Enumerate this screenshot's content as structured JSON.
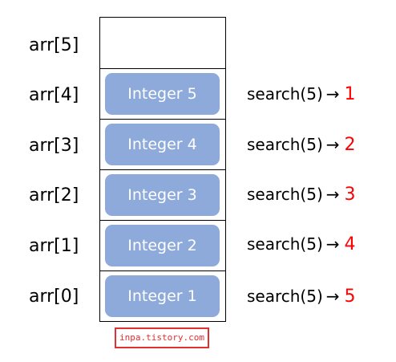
{
  "index_labels": [
    "arr[5]",
    "arr[4]",
    "arr[3]",
    "arr[2]",
    "arr[1]",
    "arr[0]"
  ],
  "elements": [
    {
      "slot": "arr[5]",
      "value": ""
    },
    {
      "slot": "arr[4]",
      "value": "Integer 5"
    },
    {
      "slot": "arr[3]",
      "value": "Integer 4"
    },
    {
      "slot": "arr[2]",
      "value": "Integer 3"
    },
    {
      "slot": "arr[1]",
      "value": "Integer 2"
    },
    {
      "slot": "arr[0]",
      "value": "Integer 1"
    }
  ],
  "searches": [
    {
      "call": "search(5)",
      "arrow": "→",
      "result": "1"
    },
    {
      "call": "search(5)",
      "arrow": "→",
      "result": "2"
    },
    {
      "call": "search(5)",
      "arrow": "→",
      "result": "3"
    },
    {
      "call": "search(5)",
      "arrow": "→",
      "result": "4"
    },
    {
      "call": "search(5)",
      "arrow": "→",
      "result": "5"
    }
  ],
  "watermark": "inpa.tistory.com",
  "colors": {
    "element_fill": "#8eaadb",
    "result_text": "#ff0000",
    "watermark": "#e03030"
  }
}
